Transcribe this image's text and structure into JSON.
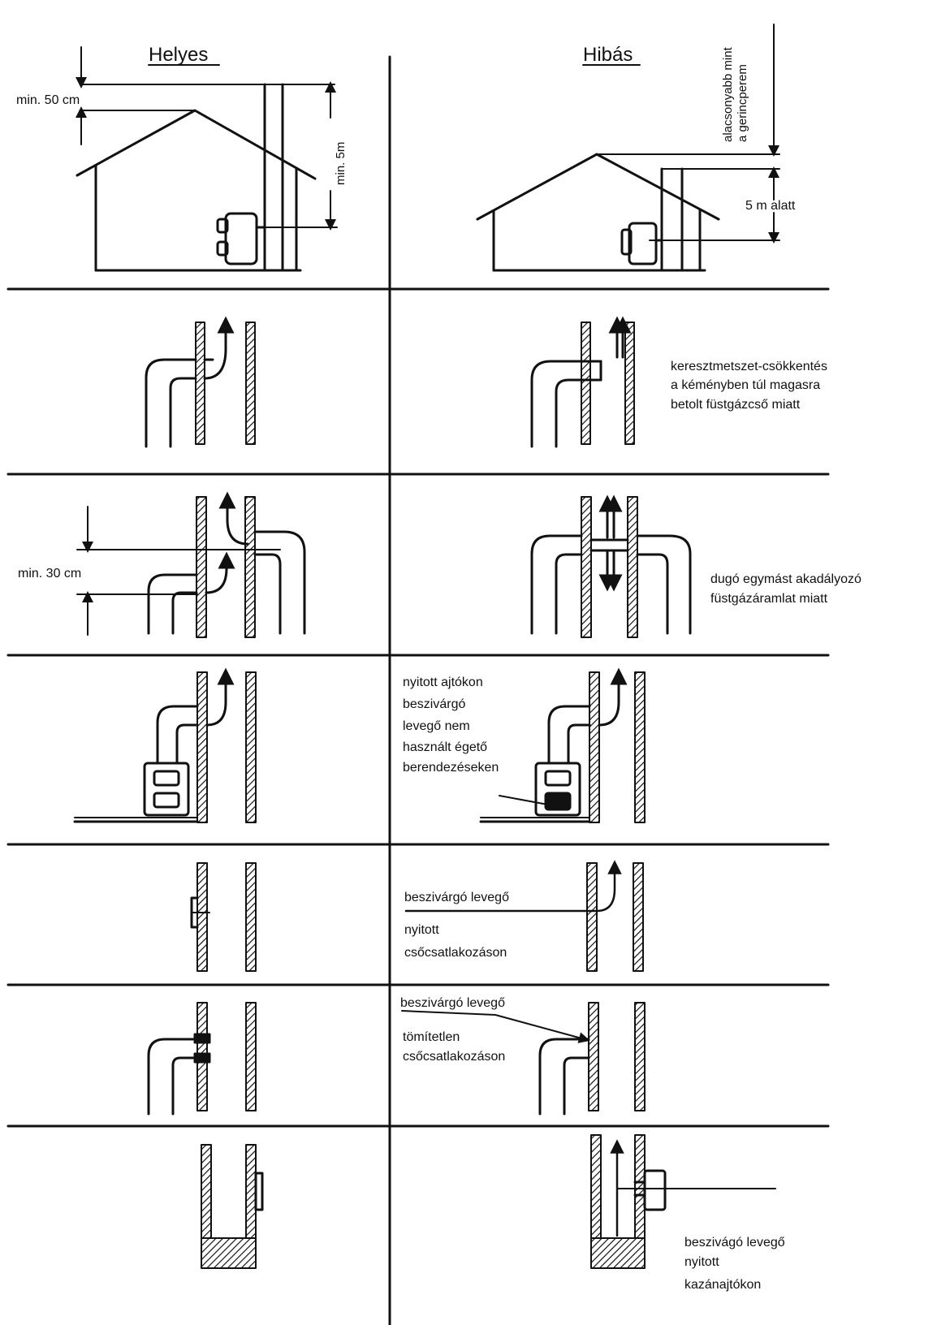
{
  "headers": {
    "left": "Helyes",
    "right": "Hibás"
  },
  "row1": {
    "left_min50": "min. 50 cm",
    "left_min5m": "min. 5m",
    "right_vertical_line1": "alacsonyabb mint",
    "right_vertical_line2": "a gerincperem",
    "right_5m": "5 m alatt"
  },
  "row2": {
    "right_line1": "keresztmetszet-csökkentés",
    "right_line2": "a kéményben túl magasra",
    "right_line3": "betolt füstgázcső miatt"
  },
  "row3": {
    "left_min30": "min. 30 cm",
    "right_line1": "dugó egymást akadályozó",
    "right_line2": "füstgázáramlat miatt"
  },
  "row4": {
    "right_line1": "nyitott ajtókon",
    "right_line2": "beszivárgó",
    "right_line3": "levegő nem",
    "right_line4": "használt égető",
    "right_line5": "berendezéseken"
  },
  "row5": {
    "right_line1": "beszivárgó levegő",
    "right_line2": "nyitott",
    "right_line3": "csőcsatlakozáson"
  },
  "row6": {
    "right_line1": "beszivárgó levegő",
    "right_line2": "tömítetlen",
    "right_line3": "csőcsatlakozáson"
  },
  "row7": {
    "right_line1": "beszivágó levegő",
    "right_line2": "nyitott",
    "right_line3": "kazánajtókon"
  }
}
